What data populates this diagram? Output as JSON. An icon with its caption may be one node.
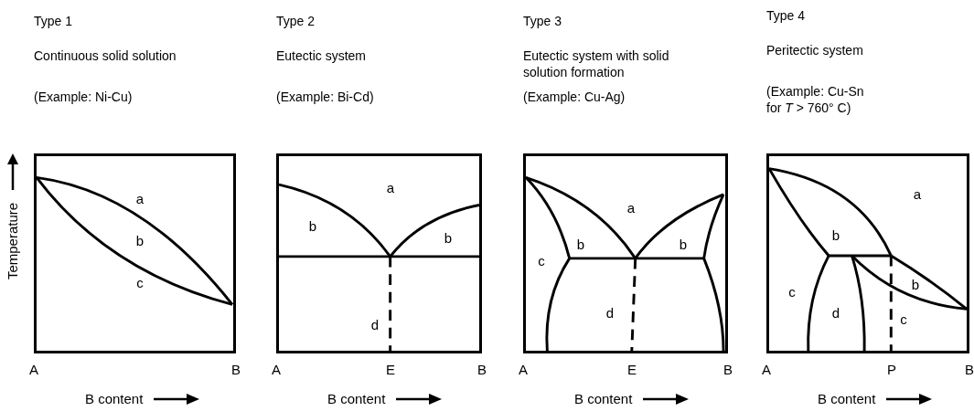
{
  "diagram": {
    "nodes": [
      {
        "text": [
          "a",
          "b",
          "c"
        ]
      },
      {
        "text": [
          "a",
          "b",
          "b",
          "d"
        ]
      },
      {
        "text": [
          "a",
          "b",
          "b",
          "c",
          "d"
        ]
      },
      {
        "text": [
          "a",
          "b",
          "b",
          "c",
          "d",
          "c"
        ]
      }
    ],
    "labels": [
      "Type 1",
      "Continuous solid solution",
      "(Example: Ni-Cu)",
      "Type 2",
      "Eutectic system",
      "(Example: Bi-Cd)",
      "Type 3",
      "Eutectic system with solid solution formation",
      "(Example: Cu-Ag)",
      "Type 4",
      "Peritectic system",
      "(Example: Cu-Sn for *T* > 760° C)",
      "Temperature",
      "A",
      "B",
      "A",
      "E",
      "B",
      "A",
      "E",
      "B",
      "A",
      "P",
      "B",
      "B content",
      "B content",
      "B content",
      "B content"
    ]
  }
}
